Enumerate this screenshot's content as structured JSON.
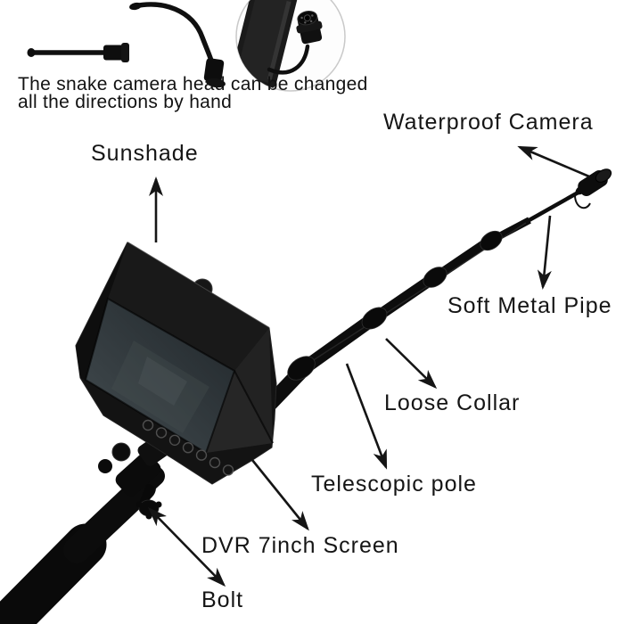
{
  "figure": {
    "background_color": "#ffffff",
    "caption": {
      "line1": "The snake camera head can be changed",
      "line2": "all the directions by hand"
    },
    "labels": {
      "waterproof_camera": "Waterproof Camera",
      "sunshade": "Sunshade",
      "soft_metal_pipe": "Soft Metal Pipe",
      "loose_collar": "Loose Collar",
      "telescopic_pole": "Telescopic pole",
      "dvr_screen": "DVR 7inch Screen",
      "bolt": "Bolt"
    },
    "colors": {
      "product_black": "#0d0d0d",
      "text": "#151515",
      "arrow": "#151515",
      "screen_dark": "#20262a",
      "screen_light": "#434c50",
      "inset_circle_stroke": "#c9c9c9"
    }
  }
}
